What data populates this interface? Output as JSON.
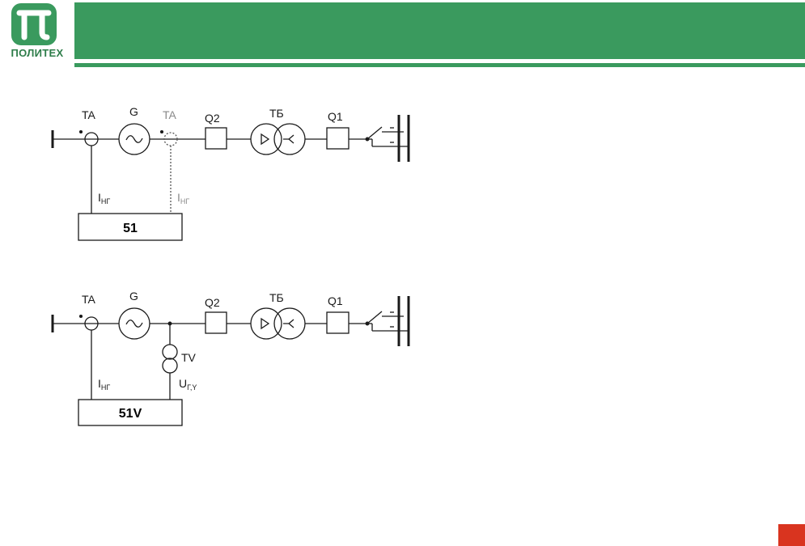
{
  "logo": {
    "name": "ПОЛИТЕХ",
    "icon": "pi-letter-icon",
    "color": "#2e7d4a"
  },
  "colors": {
    "header": "#3a9a5e",
    "page_marker": "#d9341f",
    "dashed_grey": "#8a8a8a"
  },
  "diagrams": [
    {
      "labels": {
        "ta": "TA",
        "g": "G",
        "ta_alt": "TA",
        "q2": "Q2",
        "tb": "ТБ",
        "q1": "Q1",
        "current_main": "I",
        "current_sub": "НГ",
        "current_alt": "I",
        "current_alt_sub": "НГ",
        "relay": "51"
      }
    },
    {
      "labels": {
        "ta": "TA",
        "g": "G",
        "q2": "Q2",
        "tb": "ТБ",
        "q1": "Q1",
        "tv": "TV",
        "current_main": "I",
        "current_sub": "НГ",
        "voltage": "U",
        "voltage_sub": "Г,Y",
        "relay": "51V"
      }
    }
  ]
}
